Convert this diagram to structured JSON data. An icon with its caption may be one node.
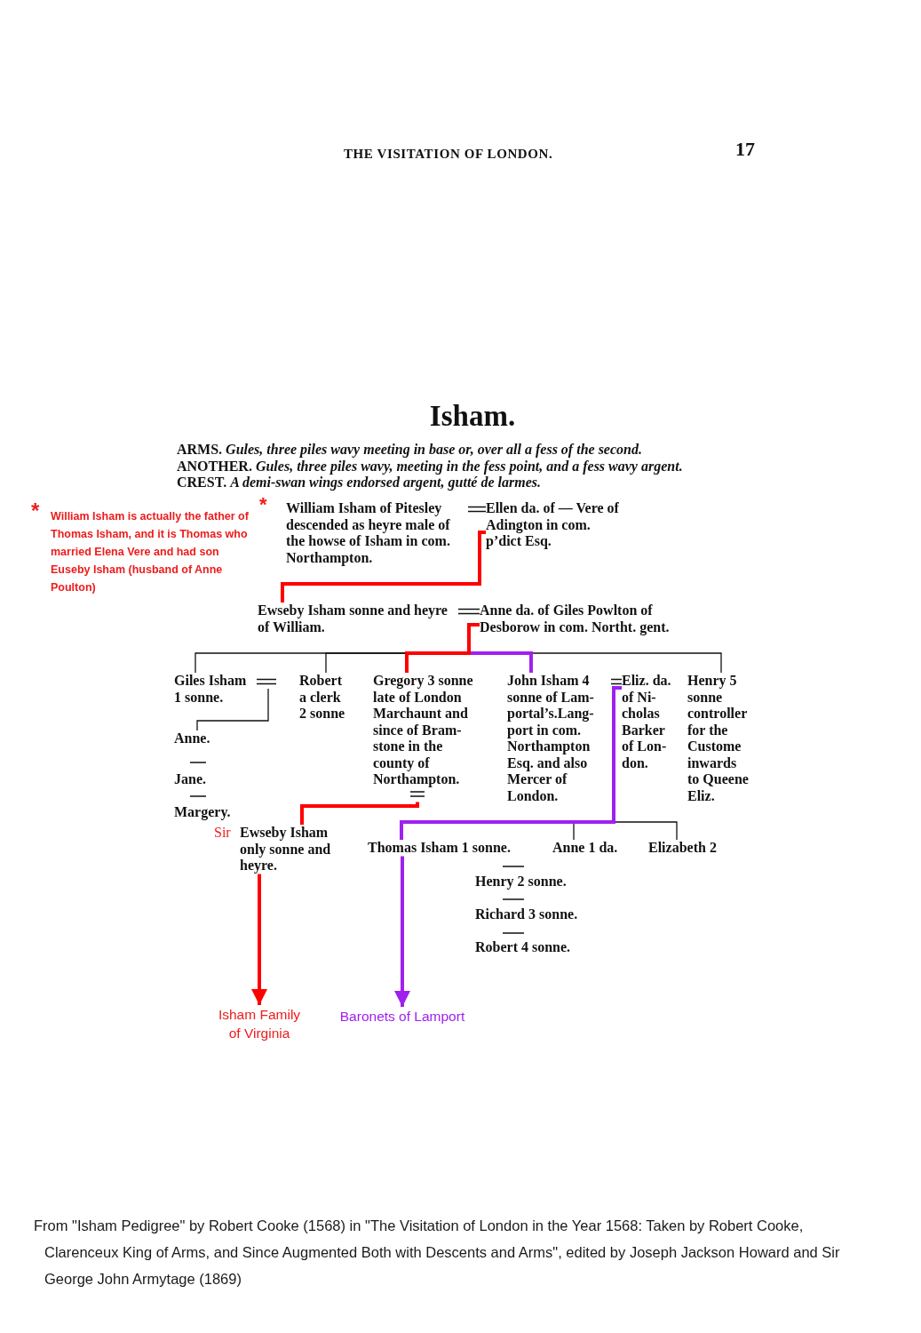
{
  "diagram": {
    "title": "Isham.",
    "caption": "From \"Isham Pedigree\" by Robert Cooke (1568) in \"The Visitation of London in the Year 1568: Taken by Robert Cooke, Clarenceux King of Arms, and Since Augmented Both with Descents and Arms\", edited by Joseph Jackson Howard and Sir George John Armytage (1869)",
    "nodes": [
      {
        "text": [
          "William Isham of Pitesley descended as heyre male of the howse of Isham in com. Northampton."
        ],
        "beside": [
          "*"
        ]
      },
      {
        "text": [
          "Ellen da. of — Vere of Adington in com. p’dict Esq."
        ]
      },
      {
        "text": [
          "Ewseby Isham sonne and heyre of William."
        ]
      },
      {
        "text": [
          "Anne da. of Giles Powlton of Desborow in com. Northt. gent."
        ]
      },
      {
        "text": [
          "Giles Isham 1 sonne."
        ]
      },
      {
        "text": [
          "Robert a clerk 2 sonne"
        ]
      },
      {
        "text": [
          "Gregory 3 sonne late of London Marchaunt and since of Bram- stone in the county of Northampton."
        ]
      },
      {
        "text": [
          "John Isham 4 sonne of Lam- portal’s.Lang- port in com. Northampton Esq. and also Mercer of London."
        ]
      },
      {
        "text": [
          "Eliz. da. of Ni- cholas Barker of Lon- don."
        ]
      },
      {
        "text": [
          "Henry 5 sonne controller for the Custome inwards to Queene Eliz."
        ]
      },
      {
        "text": [
          "Anne."
        ]
      },
      {
        "text": [
          "Ewseby Isham only sonne and heyre."
        ],
        "beside": [
          "Sir"
        ]
      },
      {
        "text": [
          "Thomas Isham 1 sonne."
        ]
      },
      {
        "text": [
          "Anne 1 da."
        ]
      },
      {
        "text": [
          "Elizabeth 2"
        ]
      },
      {
        "text": [
          "Isham Family of Virginia"
        ]
      },
      {
        "text": [
          "Baronets of Lamport"
        ]
      }
    ],
    "edges": [
      {
        "from": 0,
        "to": 1,
        "arrow": "none"
      },
      {
        "from": 1,
        "to": 2,
        "arrow": "none",
        "style": "thick",
        "color": "#ff0000"
      },
      {
        "from": 2,
        "to": 3,
        "arrow": "none"
      },
      {
        "from": 3,
        "to": 4,
        "arrow": "none"
      },
      {
        "from": 3,
        "to": 5,
        "arrow": "none"
      },
      {
        "from": 3,
        "to": 6,
        "arrow": "none",
        "style": "thick",
        "color": "#ff0000"
      },
      {
        "from": 3,
        "to": 7,
        "arrow": "none",
        "style": "thick",
        "color": "#a020f0"
      },
      {
        "from": 3,
        "to": 9,
        "arrow": "none"
      },
      {
        "from": 4,
        "to": 10,
        "arrow": "none"
      },
      {
        "from": 7,
        "to": 8,
        "arrow": "none"
      },
      {
        "from": 6,
        "to": 11,
        "arrow": "none",
        "style": "thick",
        "color": "#ff0000"
      },
      {
        "from": 8,
        "to": 12,
        "arrow": "none",
        "style": "thick",
        "color": "#a020f0"
      },
      {
        "from": 8,
        "to": 13,
        "arrow": "none"
      },
      {
        "from": 8,
        "to": 14,
        "arrow": "none"
      },
      {
        "from": 11,
        "to": 15,
        "arrow": "to",
        "style": "thick",
        "color": "#ff0000"
      },
      {
        "from": 12,
        "to": 16,
        "arrow": "to",
        "style": "thick",
        "color": "#a020f0"
      }
    ],
    "labels": [
      "THE VISITATION OF LONDON.",
      "17",
      "ARMS. *Gules, three piles wavy meeting in base or, over all a fess of the second.*",
      "ANOTHER. *Gules, three piles wavy, meeting in the fess point, and a fess wavy argent.*",
      "CREST. *A demi-swan wings endorsed argent, gutté de larmes.*",
      "*",
      "William Isham is actually the father of Thomas Isham, and it is Thomas who married Elena Vere and had son Euseby Isham (husband of Anne Poulton)",
      "Jane.",
      "Margery.",
      "Henry 2 sonne.",
      "Richard 3 sonne.",
      "Robert 4 sonne."
    ]
  }
}
